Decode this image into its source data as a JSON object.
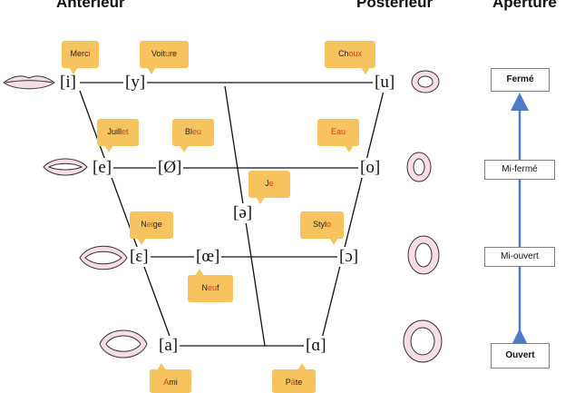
{
  "headers": {
    "anterieur": "Antérieur",
    "posterieur": "Postérieur",
    "aperture": "Aperture"
  },
  "phonemes": {
    "i": "[i]",
    "y": "[y]",
    "u": "[u]",
    "e": "[e]",
    "oe_closed": "[Ø]",
    "o": "[o]",
    "schwa": "[ə]",
    "eps": "[ɛ]",
    "oe_open": "[œ]",
    "open_o": "[ɔ]",
    "a": "[a]",
    "alpha": "[ɑ]"
  },
  "words": {
    "merci": {
      "pre": "Merc",
      "hl": "i",
      "post": ""
    },
    "voiture": {
      "pre": "Voit",
      "hl": "u",
      "post": "re"
    },
    "choux": {
      "pre": "Ch",
      "hl": "oux",
      "post": ""
    },
    "juillet": {
      "pre": "Juill",
      "hl": "et",
      "post": ""
    },
    "bleu": {
      "pre": "Bl",
      "hl": "eu",
      "post": ""
    },
    "eau": {
      "pre": "",
      "hl": "Eau",
      "post": ""
    },
    "je": {
      "pre": "J",
      "hl": "e",
      "post": ""
    },
    "neige": {
      "pre": "N",
      "hl": "ei",
      "post": "ge"
    },
    "stylo": {
      "pre": "Styl",
      "hl": "o",
      "post": ""
    },
    "neuf": {
      "pre": "N",
      "hl": "eu",
      "post": "f"
    },
    "ami": {
      "pre": "",
      "hl": "A",
      "post": "mi"
    },
    "pate": {
      "pre": "P",
      "hl": "â",
      "post": "te"
    }
  },
  "aperture_scale": {
    "ferme": "Fermé",
    "mi_ferme": "Mi-fermé",
    "mi_ouvert": "Mi-ouvert",
    "ouvert": "Ouvert"
  },
  "colors": {
    "bubble": "#f6c35f",
    "highlight": "#e53323",
    "arrow": "#4a7cc9",
    "lips": "#f7dde5"
  }
}
